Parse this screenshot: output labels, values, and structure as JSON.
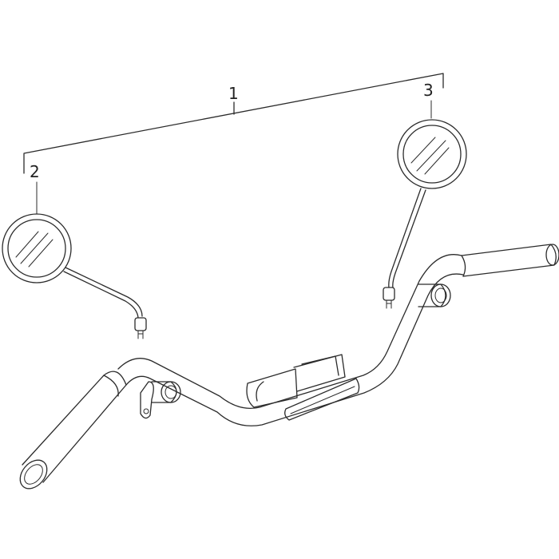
{
  "diagram": {
    "callouts": {
      "assembly": "1",
      "left_mirror": "2",
      "right_mirror": "3"
    },
    "colors": {
      "line": "#2b2b2b",
      "background": "#ffffff",
      "glass": "#f3f3f3"
    }
  }
}
